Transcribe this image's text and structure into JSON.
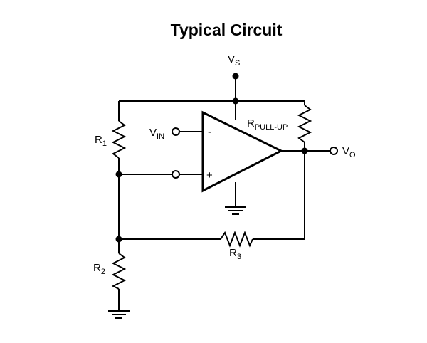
{
  "title": "Typical Circuit",
  "labels": {
    "vs": {
      "main": "V",
      "sub": "S"
    },
    "vin": {
      "main": "V",
      "sub": "IN"
    },
    "vo": {
      "main": "V",
      "sub": "O"
    },
    "r1": {
      "main": "R",
      "sub": "1"
    },
    "r2": {
      "main": "R",
      "sub": "2"
    },
    "r3": {
      "main": "R",
      "sub": "3"
    },
    "rpullup": {
      "main": "R",
      "sub": "PULL-UP"
    }
  },
  "opamp": {
    "inverting_sign": "-",
    "noninverting_sign": "+"
  }
}
